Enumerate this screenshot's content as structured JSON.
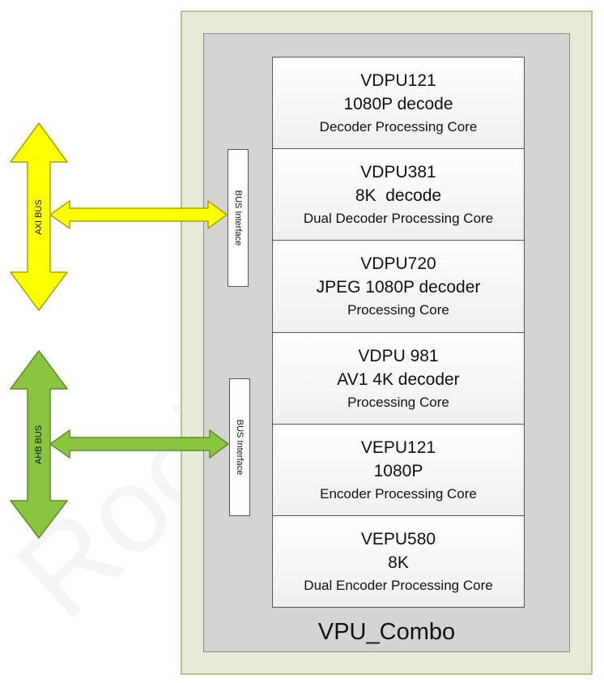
{
  "colors": {
    "axi_bus": "#ffff00",
    "axi_outline": "#a5a500",
    "ahb_bus": "#8bc53f",
    "ahb_outline": "#5e8d28",
    "outer_frame": "#e6ebd7",
    "inner_frame": "#d4d4d4"
  },
  "watermark": {
    "text": "Rockchip"
  },
  "container": {
    "title": "VPU_Combo"
  },
  "buses": [
    {
      "id": "axi",
      "label": "AXI BUS",
      "icon": "double-arrow-vertical-icon"
    },
    {
      "id": "ahb",
      "label": "AHB BUS",
      "icon": "double-arrow-vertical-icon"
    }
  ],
  "bus_interfaces": [
    {
      "label": "BUS Interface"
    },
    {
      "label": "BUS Interface"
    }
  ],
  "cores": [
    {
      "name": "VDPU121",
      "spec": "1080P decode",
      "desc": "Decoder Processing Core"
    },
    {
      "name": "VDPU381",
      "spec": "8K  decode",
      "desc": "Dual Decoder Processing Core"
    },
    {
      "name": "VDPU720",
      "spec": "JPEG 1080P decoder",
      "desc": "Processing Core"
    },
    {
      "name": "VDPU 981",
      "spec": "AV1 4K decoder",
      "desc": "Processing Core"
    },
    {
      "name": "VEPU121",
      "spec": "1080P",
      "desc": "Encoder Processing Core"
    },
    {
      "name": "VEPU580",
      "spec": "8K",
      "desc": "Dual Encoder Processing Core"
    }
  ]
}
